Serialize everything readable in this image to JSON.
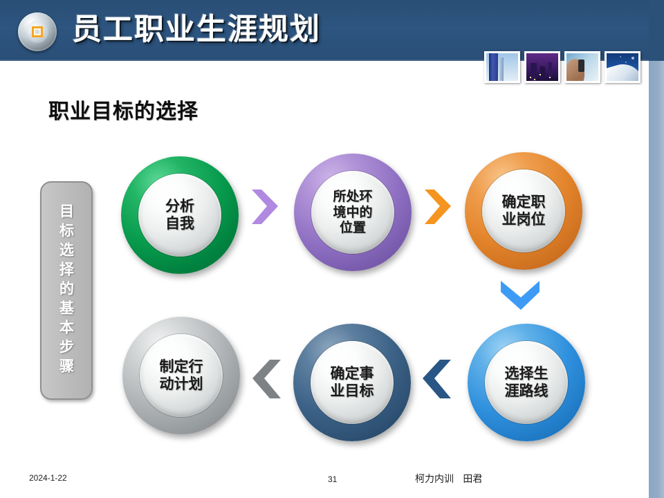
{
  "header": {
    "title": "员工职业生涯规划",
    "logo_icon": "orb-square-icon",
    "band_color": "#2d5580",
    "thumbnails": [
      {
        "name": "blue-glass-building-photo"
      },
      {
        "name": "night-cityscape-photo"
      },
      {
        "name": "person-on-phone-photo"
      },
      {
        "name": "white-architecture-photo"
      }
    ]
  },
  "slide": {
    "subtitle": "职业目标的选择",
    "side_label": "目标选择的基本步骤"
  },
  "diagram": {
    "steps": [
      {
        "id": 1,
        "label": "分析\n自我",
        "ring_color": "#08994b",
        "ring_name": "green"
      },
      {
        "id": 2,
        "label": "所处环\n境中的\n位置",
        "ring_color": "#9172c4",
        "ring_name": "purple"
      },
      {
        "id": 3,
        "label": "确定职\n业岗位",
        "ring_color": "#e2832a",
        "ring_name": "orange"
      },
      {
        "id": 4,
        "label": "选择生\n涯路线",
        "ring_color": "#2f90dd",
        "ring_name": "blue"
      },
      {
        "id": 5,
        "label": "确定事\n业目标",
        "ring_color": "#3b6186",
        "ring_name": "navy"
      },
      {
        "id": 6,
        "label": "制定行\n动计划",
        "ring_color": "#b0b4b6",
        "ring_name": "silver"
      }
    ],
    "arrows": [
      {
        "id": 1,
        "direction": "right",
        "color": "#b089e0"
      },
      {
        "id": 2,
        "direction": "right",
        "color": "#f5941e"
      },
      {
        "id": 3,
        "direction": "down",
        "color": "#3d9bf5"
      },
      {
        "id": 4,
        "direction": "left",
        "color": "#2a5685"
      },
      {
        "id": 5,
        "direction": "left",
        "color": "#7d8285"
      }
    ]
  },
  "footer": {
    "date": "2024-1-22",
    "page_number": "31",
    "author": "柯力内训   田君"
  }
}
